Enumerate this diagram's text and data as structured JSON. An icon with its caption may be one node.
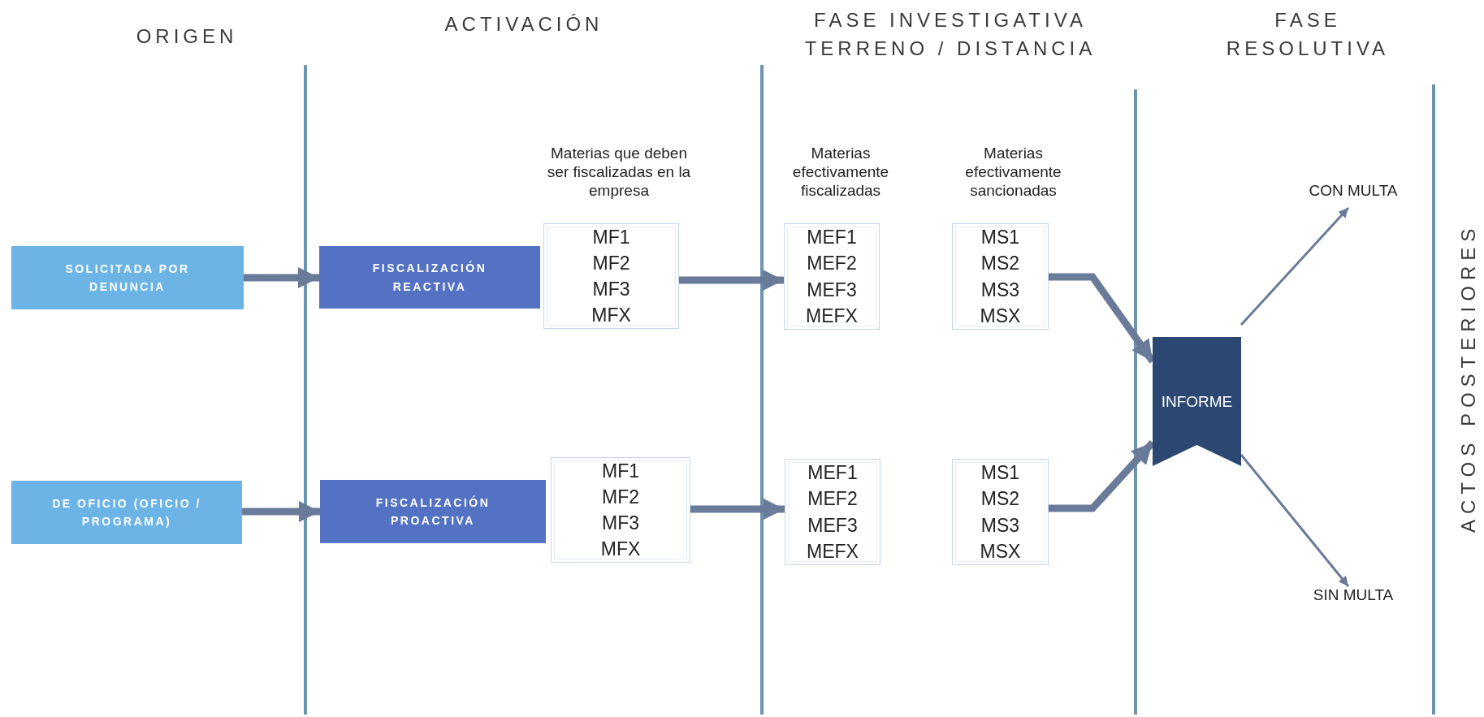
{
  "diagram": {
    "nodes": [
      {
        "text": [
          "SOLICITADA POR DENUNCIA"
        ]
      },
      {
        "text": [
          "FISCALIZACIÓN REACTIVA"
        ]
      },
      {
        "text": [
          "Materias que deben ser fiscalizadas en la empresa",
          "MF1",
          "MF2",
          "MF3",
          "MFX"
        ]
      },
      {
        "text": [
          "Materias efectivamente fiscalizadas",
          "MEF1",
          "MEF2",
          "MEF3",
          "MEFX"
        ]
      },
      {
        "text": [
          "Materias efectivamente sancionadas",
          "MS1",
          "MS2",
          "MS3",
          "MSX"
        ]
      },
      {
        "text": [
          "CON MULTA"
        ]
      },
      {
        "text": [
          "INFORME"
        ]
      },
      {
        "text": [
          "DE OFICIO (OFICIO / PROGRAMA)"
        ]
      },
      {
        "text": [
          "FISCALIZACIÓN PROACTIVA"
        ]
      },
      {
        "text": [
          "MF1",
          "MF2",
          "MF3",
          "MFX"
        ]
      },
      {
        "text": [
          "MEF1",
          "MEF2",
          "MEF3",
          "MEFX"
        ]
      },
      {
        "text": [
          "MS1",
          "MS2",
          "MS3",
          "MSX"
        ]
      },
      {
        "text": [
          "SIN MULTA"
        ]
      }
    ],
    "edges": [
      {
        "from": 0,
        "to": 1,
        "arrow": "to"
      },
      {
        "from": 2,
        "to": 3,
        "arrow": "to"
      },
      {
        "from": 4,
        "to": 6,
        "arrow": "to"
      },
      {
        "from": 6,
        "to": 5,
        "arrow": "to"
      },
      {
        "from": 7,
        "to": 8,
        "arrow": "to"
      },
      {
        "from": 9,
        "to": 10,
        "arrow": "to"
      },
      {
        "from": 11,
        "to": 6,
        "arrow": "to"
      },
      {
        "from": 6,
        "to": 12,
        "arrow": "to"
      }
    ],
    "labels": [
      "ORIGEN",
      "ACTIVACIÓN",
      "FASE INVESTIGATIVA TERRENO / DISTANCIA",
      "FASE RESOLUTIVA",
      "ACTOS POSTERIORES"
    ]
  }
}
